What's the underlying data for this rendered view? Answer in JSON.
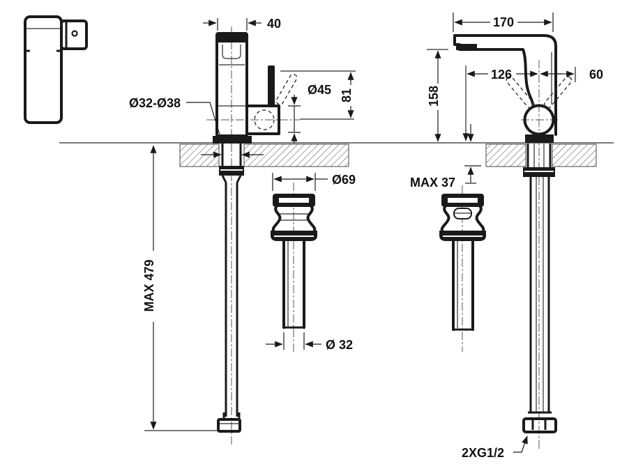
{
  "colors": {
    "line": "#1a1a1a",
    "background": "#ffffff"
  },
  "dimensions": {
    "front_view": {
      "width": "40",
      "hole_range": "Ø32-Ø38",
      "handle_diameter": "Ø45",
      "body_height": "81"
    },
    "side_view": {
      "spout_reach": "170",
      "outlet_offset": "126",
      "lever_offset": "60",
      "spout_height": "158"
    },
    "drain": {
      "flange_diameter": "Ø69",
      "max_deck": "MAX 37",
      "tube_diameter": "Ø 32"
    },
    "supply": {
      "max_length": "MAX 479",
      "connection": "2XG1/2"
    }
  }
}
